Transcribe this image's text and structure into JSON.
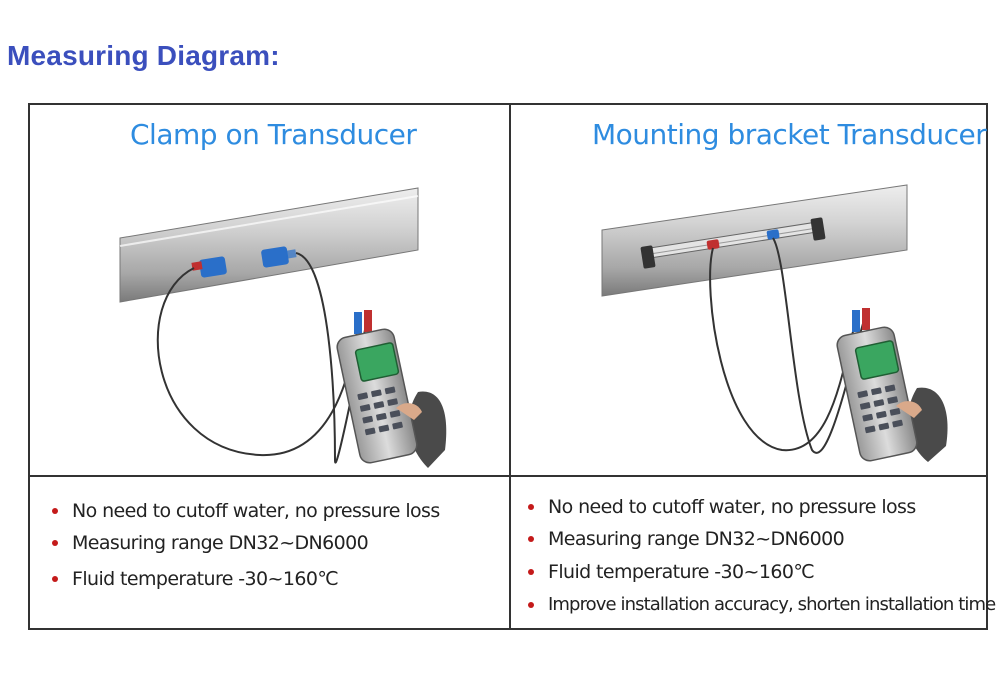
{
  "page_title": "Measuring Diagram:",
  "panels": [
    {
      "title": "Clamp on Transducer",
      "bullets": [
        "No need to cutoff water, no pressure loss",
        "Measuring range DN32~DN6000",
        "Fluid temperature -30~160℃"
      ]
    },
    {
      "title": "Mounting bracket Transducer",
      "bullets": [
        "No need to cutoff water, no pressure loss",
        "Measuring range DN32~DN6000",
        "Fluid temperature -30~160℃",
        "Improve installation accuracy, shorten installation time"
      ]
    }
  ],
  "colors": {
    "title": "#3b4fbd",
    "panel_title": "#2e8ce0",
    "bullet_dot": "#c41a1a",
    "transducer": "#2a6fc9",
    "pipe": "#b8b8b8"
  }
}
